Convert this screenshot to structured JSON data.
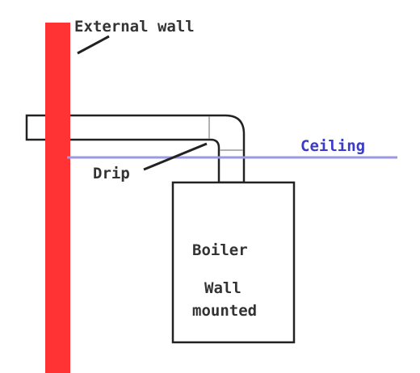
{
  "labels": {
    "external_wall": "External wall",
    "ceiling": "Ceiling",
    "drip": "Drip",
    "boiler": "Boiler",
    "wall_line1": "Wall",
    "wall_line2": "mounted"
  },
  "colors": {
    "wall": "#ff3333",
    "ceiling": "#9999e6",
    "ceiling_label": "#3b3bc8",
    "outline": "#222222",
    "flue_joint": "#999999"
  }
}
